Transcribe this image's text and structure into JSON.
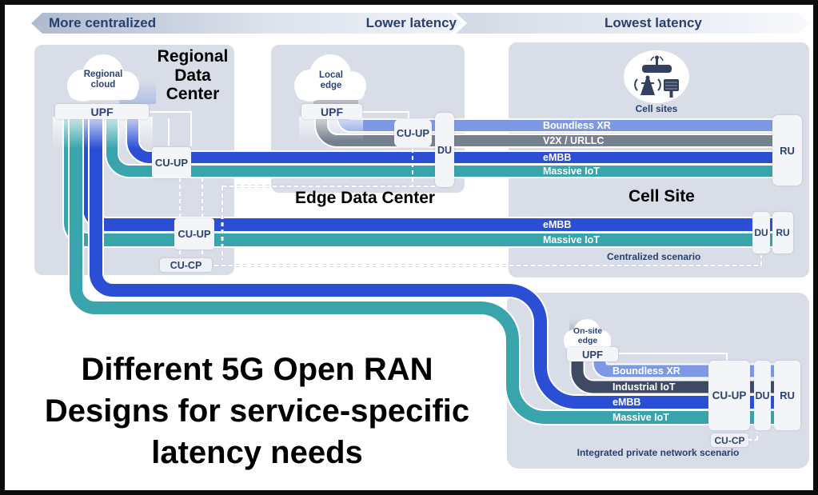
{
  "banner": {
    "more_centralized": "More centralized",
    "lower_latency": "Lower latency",
    "lowest_latency": "Lowest latency"
  },
  "headline": [
    "Different 5G Open RAN",
    "Designs for service-specific",
    "latency needs"
  ],
  "areas": {
    "regional_dc_title": [
      "Regional",
      "Data",
      "Center"
    ],
    "edge_dc_title": "Edge Data Center",
    "cell_site_title": "Cell Site",
    "cell_sites_label": "Cell sites"
  },
  "clouds": {
    "regional": [
      "Regional",
      "cloud"
    ],
    "local": [
      "Local",
      "edge"
    ],
    "onsite": [
      "On-site",
      "edge"
    ]
  },
  "boxes": {
    "upf": "UPF",
    "cu_up": "CU-UP",
    "cu_cp": "CU-CP",
    "du": "DU",
    "ru": "RU"
  },
  "bands": {
    "boundless_xr": "Boundless XR",
    "v2x_urllc": "V2X / URLLC",
    "embb": "eMBB",
    "massive_iot": "Massive IoT",
    "industrial_iot": "Industrial IoT"
  },
  "scenarios": {
    "centralized": "Centralized scenario",
    "private_network": "Integrated private network scenario"
  },
  "colors": {
    "embb_blue": "#2a4fd4",
    "massive_iot_teal": "#3aa4ac",
    "boundless_xr_periwinkle": "#7e99e4",
    "v2x_gray": "#76808f",
    "industrial_iot_slate": "#3e4a63",
    "navy_text": "#26406f",
    "panel_gray": "#d9dde7"
  }
}
